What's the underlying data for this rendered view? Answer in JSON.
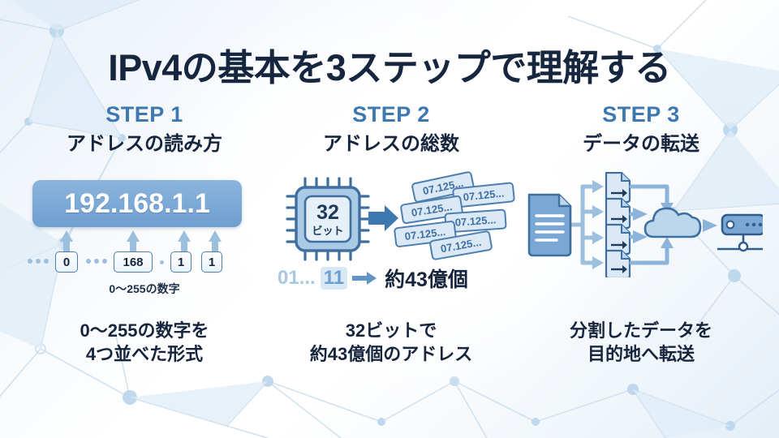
{
  "title": "IPv4の基本を3ステップで理解する",
  "theme": {
    "accent_blue": "#3d78b0",
    "dark_navy": "#16253d",
    "box_blue": "#7ba7d4",
    "light_blue": "#a8c7e3",
    "background": "#f4f8fc"
  },
  "steps": [
    {
      "label": "STEP 1",
      "subtitle": "アドレスの読み方",
      "caption_line1": "0〜255の数字を",
      "caption_line2": "4つ並べた形式",
      "art": {
        "ip_address": "192.168.1.1",
        "octets": [
          "0",
          "168",
          "1",
          "1"
        ],
        "range_note": "0〜255の数字"
      }
    },
    {
      "label": "STEP 2",
      "subtitle": "アドレスの総数",
      "caption_line1": "32ビットで",
      "caption_line2": "約43億個のアドレス",
      "art": {
        "chip_number": "32",
        "chip_unit": "ビット",
        "card_text": "07.125...",
        "card_count": 6,
        "bits_prefix": "01...",
        "bits_highlight": "11",
        "bits_result": "約43億個"
      }
    },
    {
      "label": "STEP 3",
      "subtitle": "データの転送",
      "caption_line1": "分割したデータを",
      "caption_line2": "目的地へ転送",
      "art": {
        "packet_count": 4,
        "nodes": [
          "document",
          "packets",
          "cloud",
          "server"
        ]
      }
    }
  ]
}
